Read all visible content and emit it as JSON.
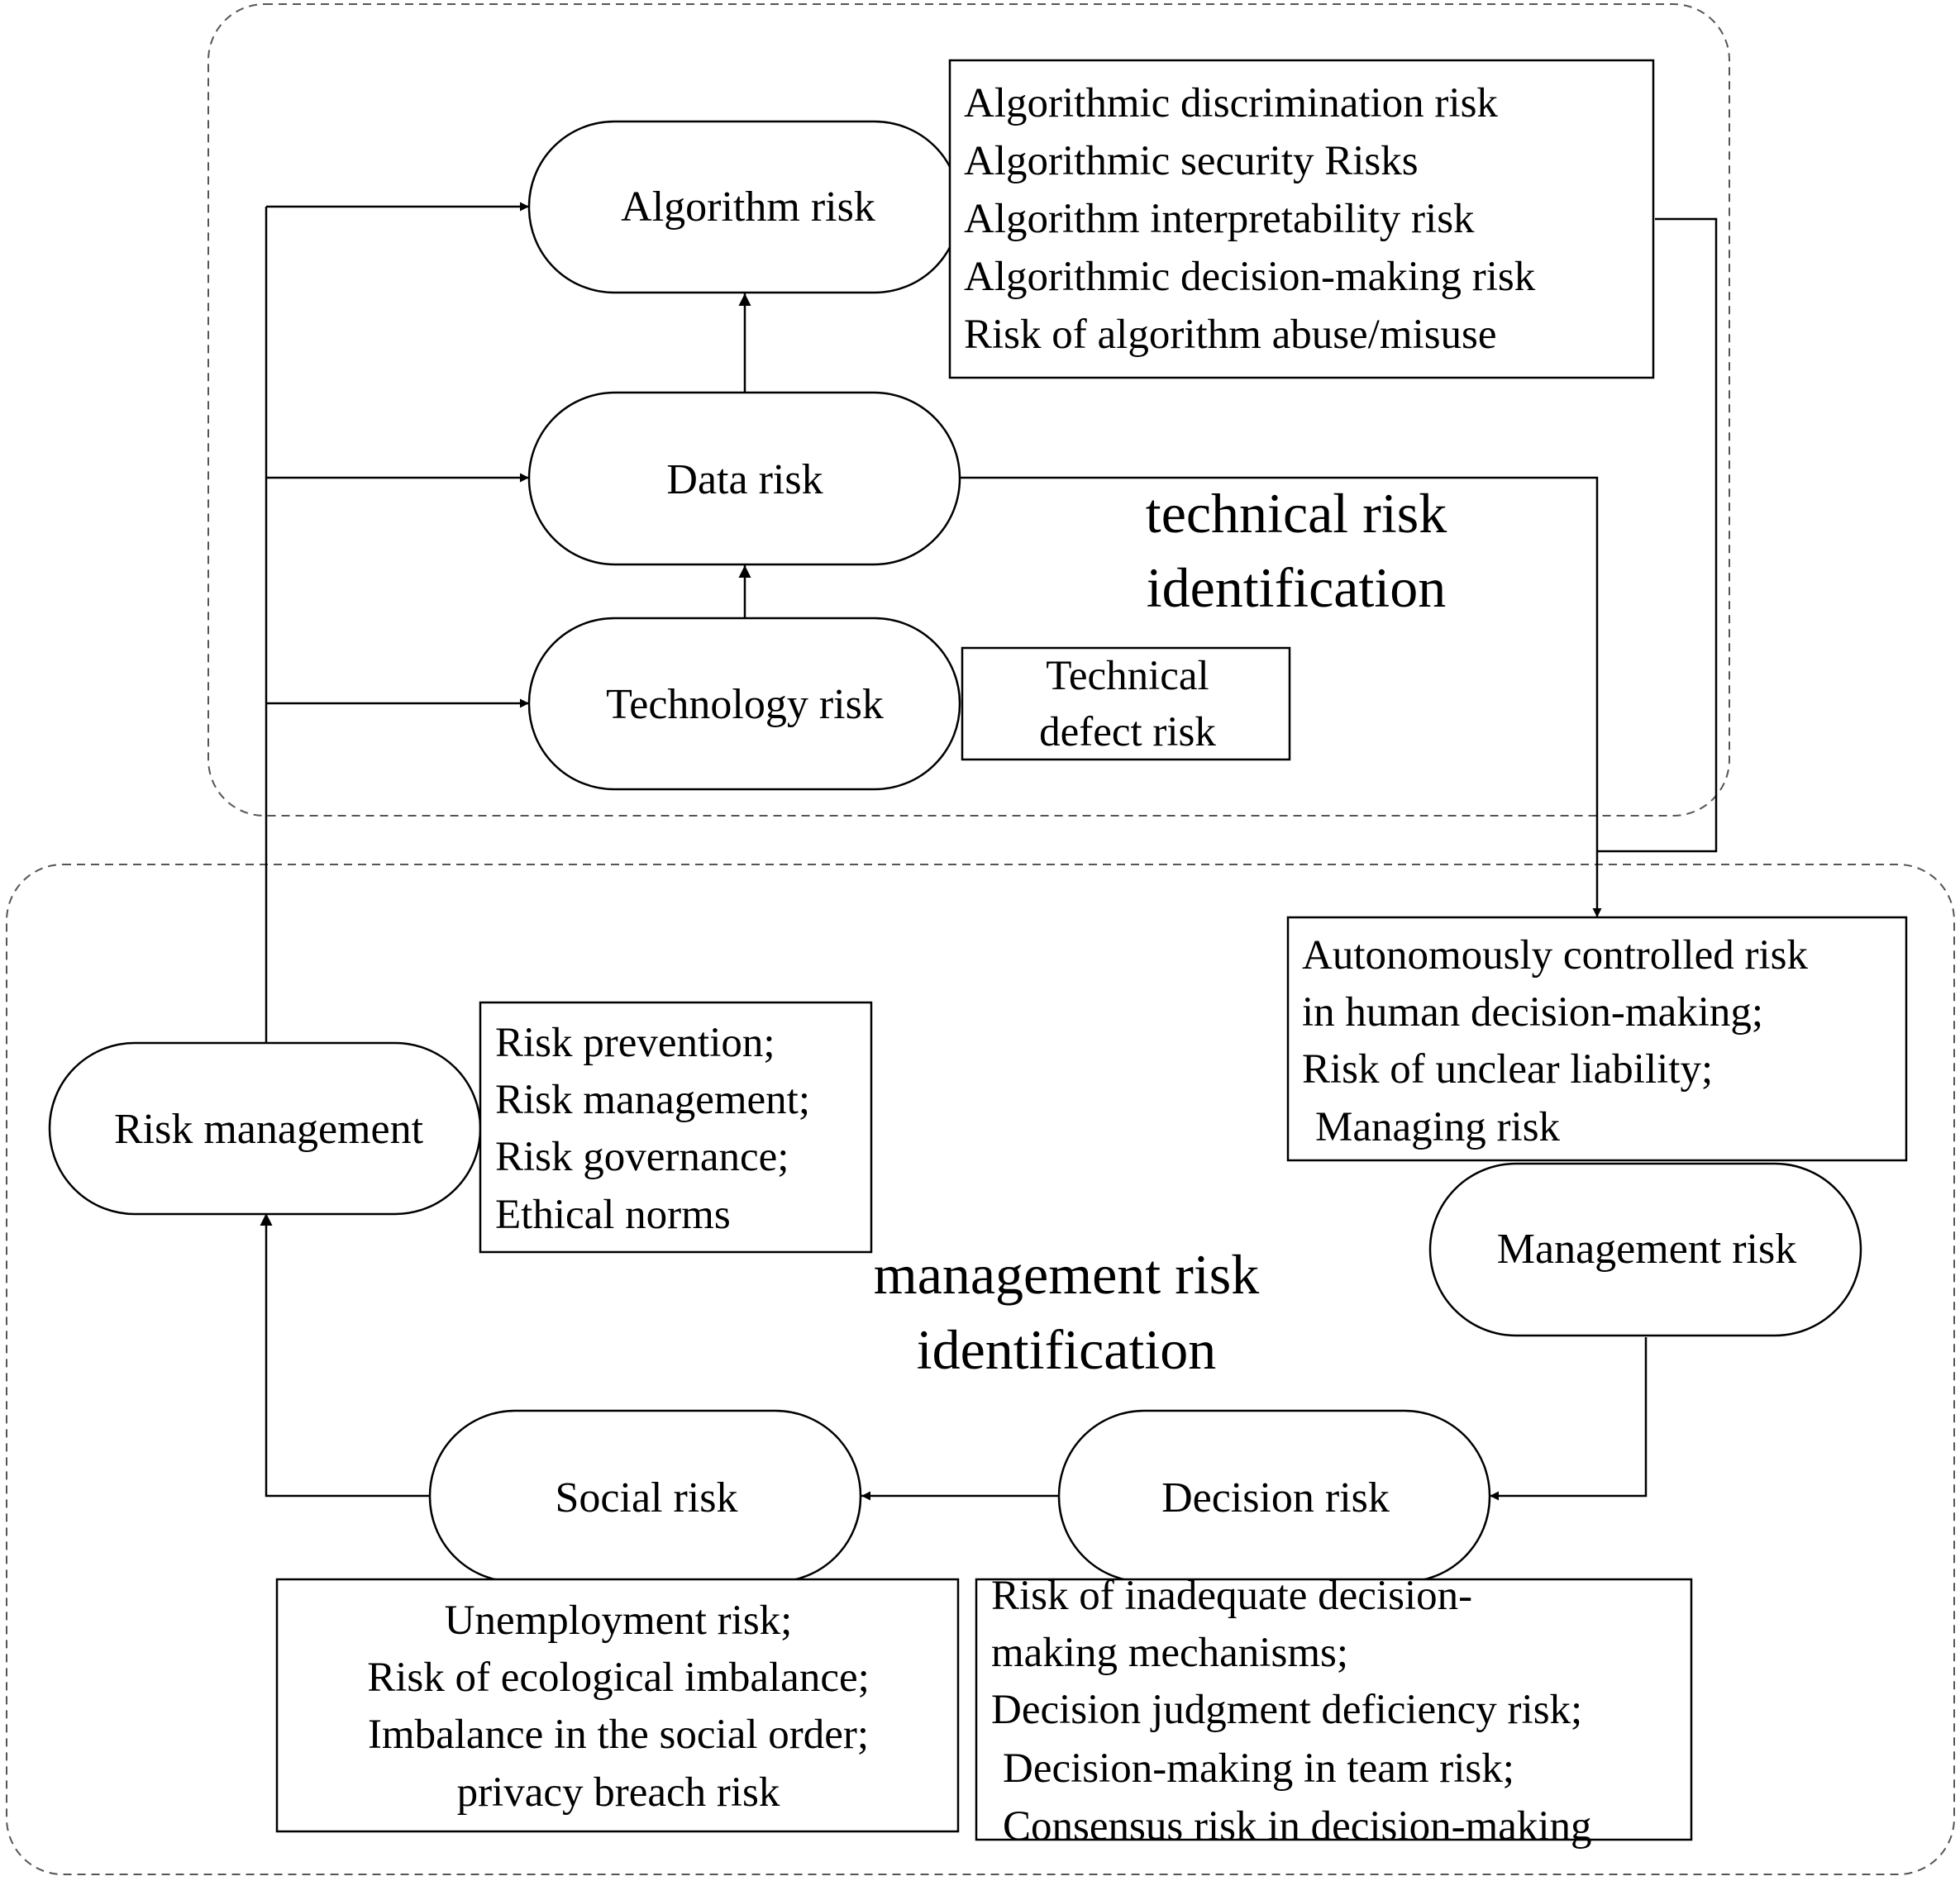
{
  "regions": {
    "technical": "technical risk identification",
    "technical_lines": [
      "technical risk",
      "identification"
    ],
    "management": "management risk identification",
    "management_lines": [
      "management risk",
      "identification"
    ]
  },
  "nodes": {
    "algorithm": "Algorithm risk",
    "data": "Data risk",
    "technology": "Technology risk",
    "risk_management": "Risk management",
    "management": "Management risk",
    "decision": "Decision risk",
    "social": "Social risk"
  },
  "notes": {
    "algorithm": [
      "Algorithmic discrimination risk",
      "Algorithmic security Risks",
      "Algorithm interpretability risk",
      "Algorithmic decision-making risk",
      "Risk of algorithm abuse/misuse"
    ],
    "technology": [
      "Technical",
      "defect risk"
    ],
    "management": [
      "Autonomously controlled risk",
      "in human decision-making;",
      "Risk of unclear liability;",
      "Managing risk"
    ],
    "risk_management": [
      "Risk prevention;",
      "Risk management;",
      "Risk governance;",
      "Ethical norms"
    ],
    "social": [
      "Unemployment risk;",
      "Risk of ecological imbalance;",
      "Imbalance in the social order;",
      "privacy breach risk"
    ],
    "decision": [
      "Risk of inadequate decision-",
      "making mechanisms;",
      "Decision judgment deficiency risk;",
      "Decision-making in team risk;",
      "Consensus risk in decision-making"
    ]
  }
}
